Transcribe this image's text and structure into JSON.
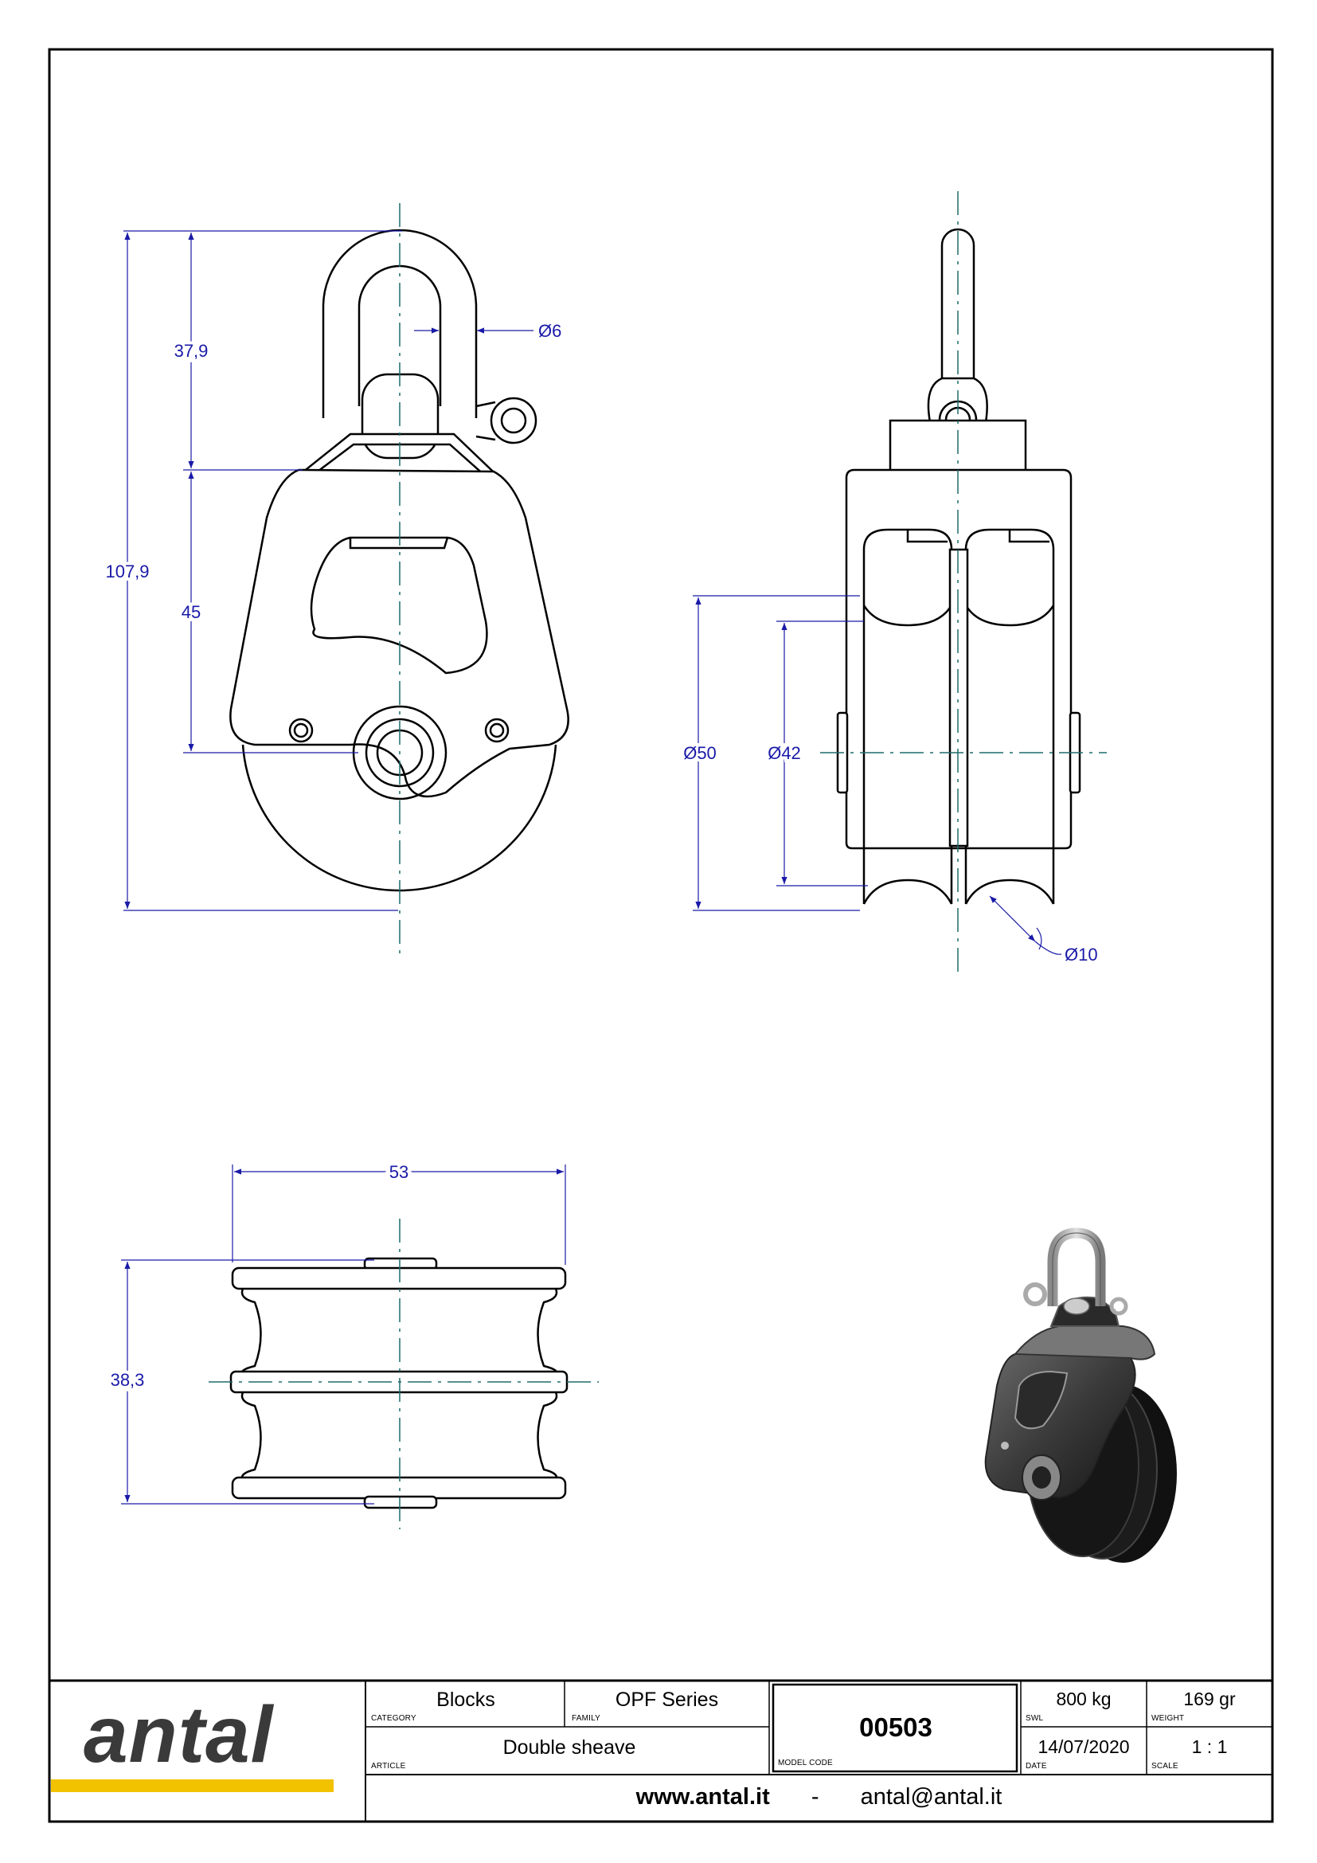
{
  "dimensions": {
    "overall_height": "107,9",
    "shackle_height": "37,9",
    "body_height": "45",
    "pin_diameter": "Ø6",
    "sheave_outer_diameter": "Ø50",
    "sheave_groove_diameter": "Ø42",
    "rope_diameter": "Ø10",
    "total_width": "53",
    "thickness": "38,3"
  },
  "title_block": {
    "logo": "antal",
    "category_value": "Blocks",
    "category_caption": "CATEGORY",
    "family_value": "OPF Series",
    "family_caption": "FAMILY",
    "article_value": "Double sheave",
    "article_caption": "ARTICLE",
    "model_code_value": "00503",
    "model_code_caption": "MODEL CODE",
    "swl_value": "800 kg",
    "swl_caption": "SWL",
    "weight_value": "169 gr",
    "weight_caption": "WEIGHT",
    "date_value": "14/07/2020",
    "date_caption": "DATE",
    "scale_value": "1 : 1",
    "scale_caption": "SCALE",
    "website": "www.antal.it",
    "separator": "-",
    "email": "antal@antal.it"
  },
  "colors": {
    "dimension": "#1a1aa8",
    "centerline": "#1f6b6b",
    "outline": "#000000",
    "logo_bar": "#f2c200"
  }
}
